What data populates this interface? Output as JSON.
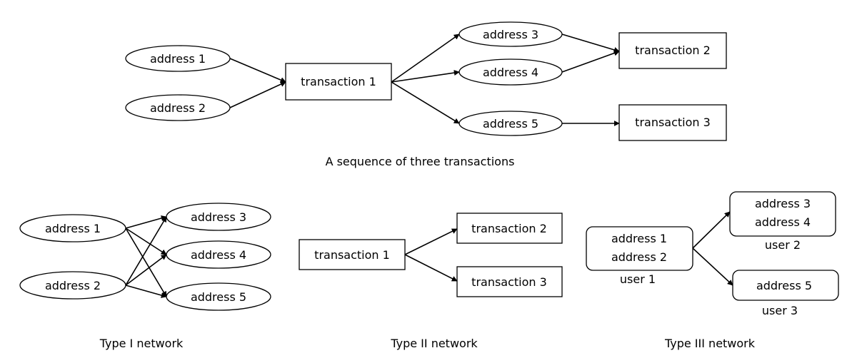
{
  "top": {
    "nodes": {
      "address1": "address 1",
      "address2": "address 2",
      "transaction1": "transaction 1",
      "address3": "address 3",
      "address4": "address 4",
      "address5": "address 5",
      "transaction2": "transaction 2",
      "transaction3": "transaction 3"
    },
    "caption": "A sequence of three transactions"
  },
  "type1": {
    "nodes": {
      "address1": "address 1",
      "address2": "address 2",
      "address3": "address 3",
      "address4": "address 4",
      "address5": "address 5"
    },
    "caption": "Type I network"
  },
  "type2": {
    "nodes": {
      "transaction1": "transaction 1",
      "transaction2": "transaction 2",
      "transaction3": "transaction 3"
    },
    "caption": "Type II network"
  },
  "type3": {
    "user1": {
      "line1": "address 1",
      "line2": "address 2",
      "label": "user 1"
    },
    "user2": {
      "line1": "address 3",
      "line2": "address 4",
      "label": "user 2"
    },
    "user3": {
      "line1": "address 5",
      "label": "user 3"
    },
    "caption": "Type III network"
  }
}
